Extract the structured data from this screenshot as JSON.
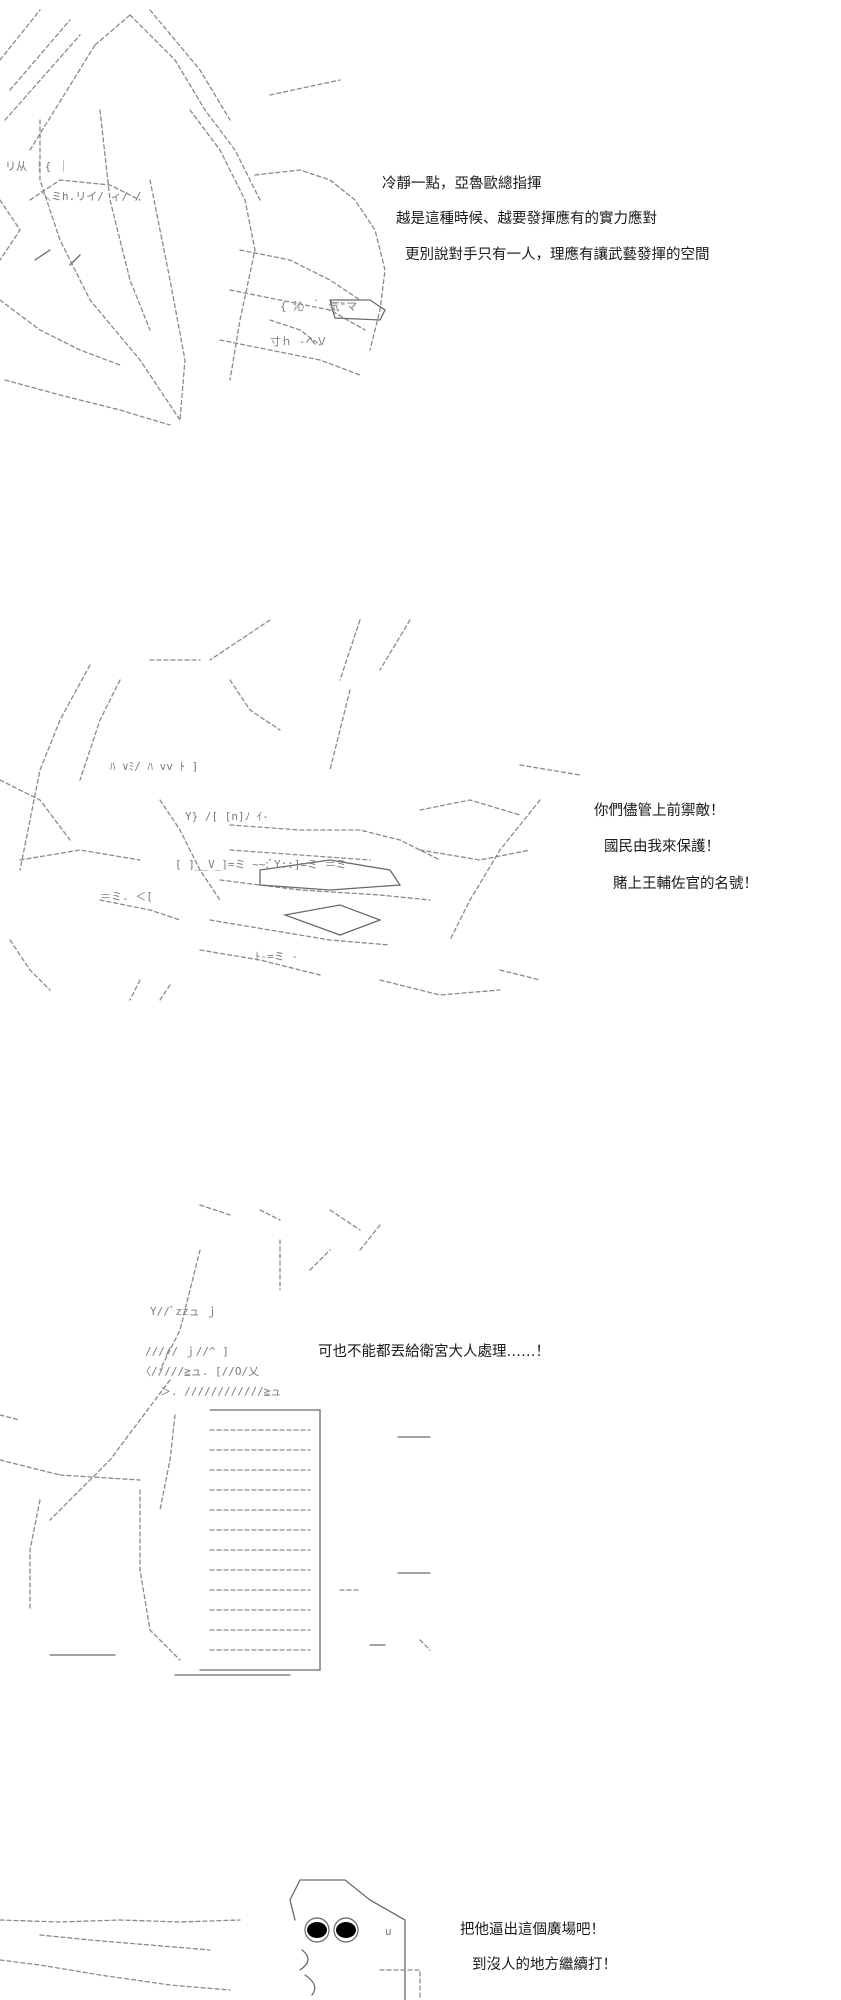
{
  "panels": [
    {
      "lines": [
        "冷靜一點，亞魯歐總指揮",
        "越是這種時候、越要發揮應有的實力應對",
        "更別說對手只有一人，理應有讓武藝發揮的空間"
      ]
    },
    {
      "lines": [
        "你們儘管上前禦敵！",
        "國民由我來保護！",
        "賭上王輔佐官的名號！"
      ]
    },
    {
      "lines": [
        "可也不能都丟給衛宮大人處理……！"
      ]
    },
    {
      "lines": [
        "把他逼出這個廣場吧！",
        "到沒人的地方繼續打！"
      ]
    }
  ]
}
